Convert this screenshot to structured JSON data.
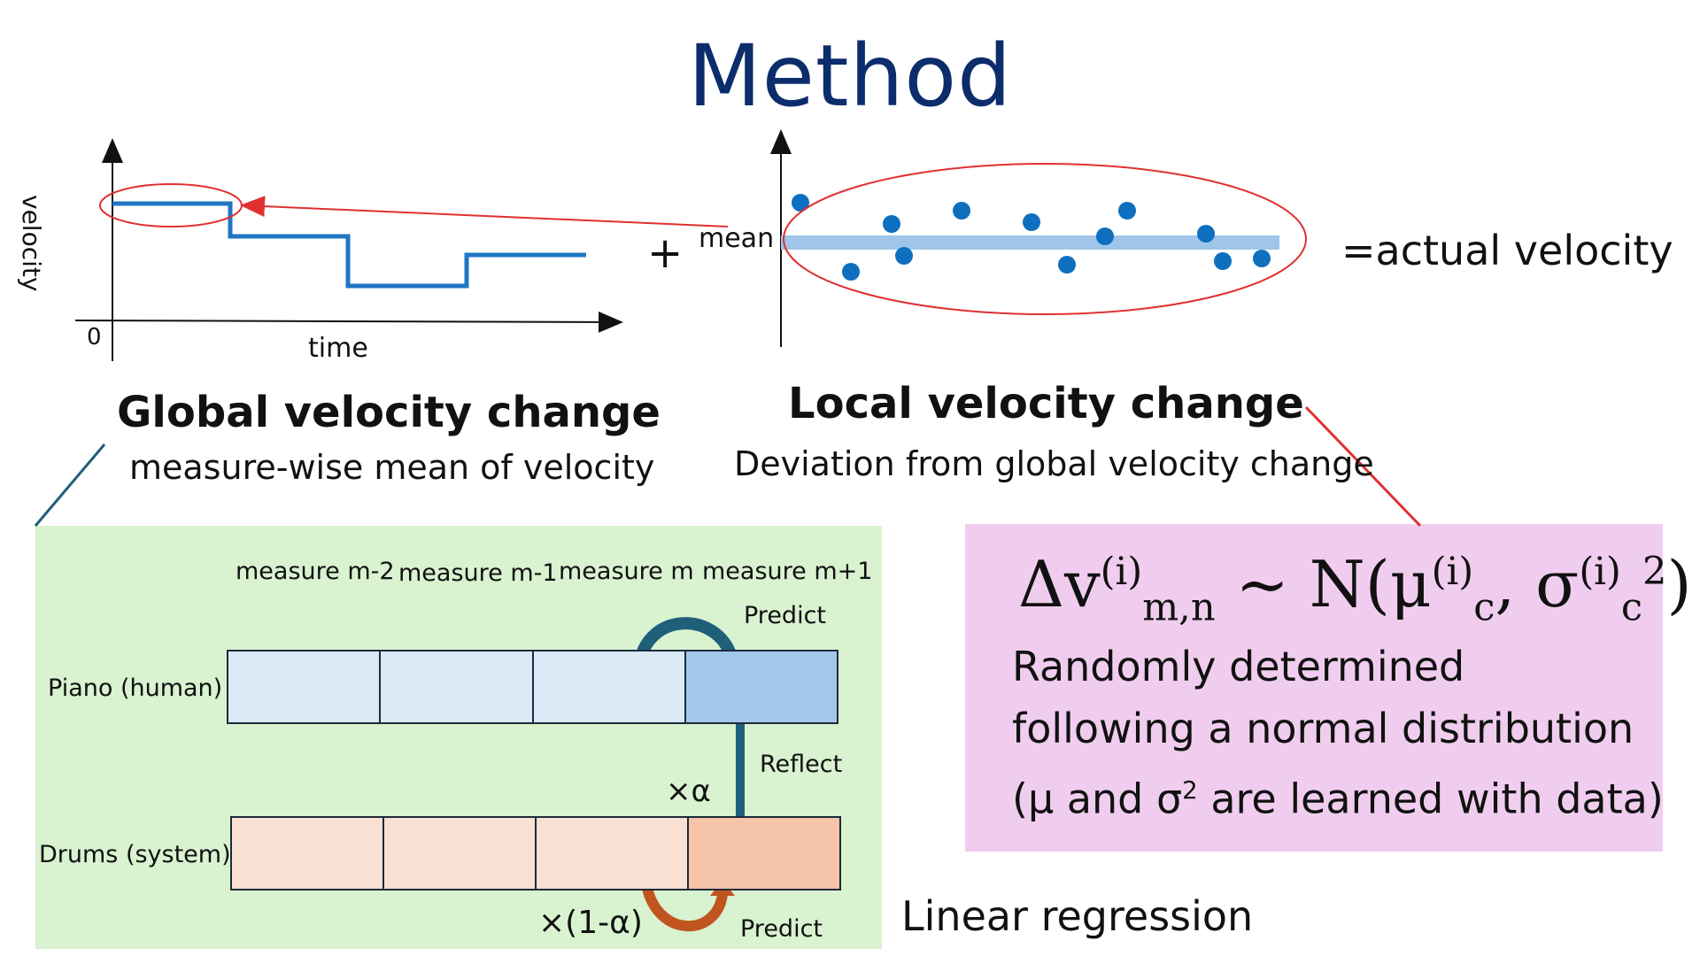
{
  "title": "Method",
  "global": {
    "axis_y": "velocity",
    "axis_x": "time",
    "origin": "0",
    "heading": "Global velocity change",
    "subtitle": "measure-wise mean of velocity"
  },
  "plus": "+",
  "local": {
    "mean_label": "mean",
    "heading": "Local velocity change",
    "subtitle": "Deviation from global velocity change"
  },
  "equals_text": "=actual velocity",
  "panel": {
    "measures": [
      "measure m-2",
      "measure m-1",
      "measure m",
      "measure m+1"
    ],
    "piano_label": "Piano (human)",
    "drums_label": "Drums (system)",
    "predict_top": "Predict",
    "reflect": "Reflect",
    "alpha": "×α",
    "one_minus_alpha": "×(1-α)",
    "predict_bottom": "Predict"
  },
  "linear_regression": "Linear regression",
  "formula": {
    "delta": "Δv",
    "sup_i": "(i)",
    "sub_mn": "m,n",
    "tilde": " ∼ N(μ",
    "sub_c": "c",
    "comma": ", σ",
    "sq": "2",
    "close": ")"
  },
  "pink": {
    "line1": "Randomly determined",
    "line2": "following a normal distribution",
    "line3_a": "(μ and σ",
    "line3_sup": "2",
    "line3_b": " are learned with data)"
  },
  "colors": {
    "title": "#0b2d6b",
    "step_line": "#1f77c4",
    "mean_band": "#9fc5e8",
    "dots": "#0f6fbf",
    "ellipse": "#e03030",
    "green_panel": "#d9f2d0",
    "pink_panel": "#f0cdee"
  }
}
